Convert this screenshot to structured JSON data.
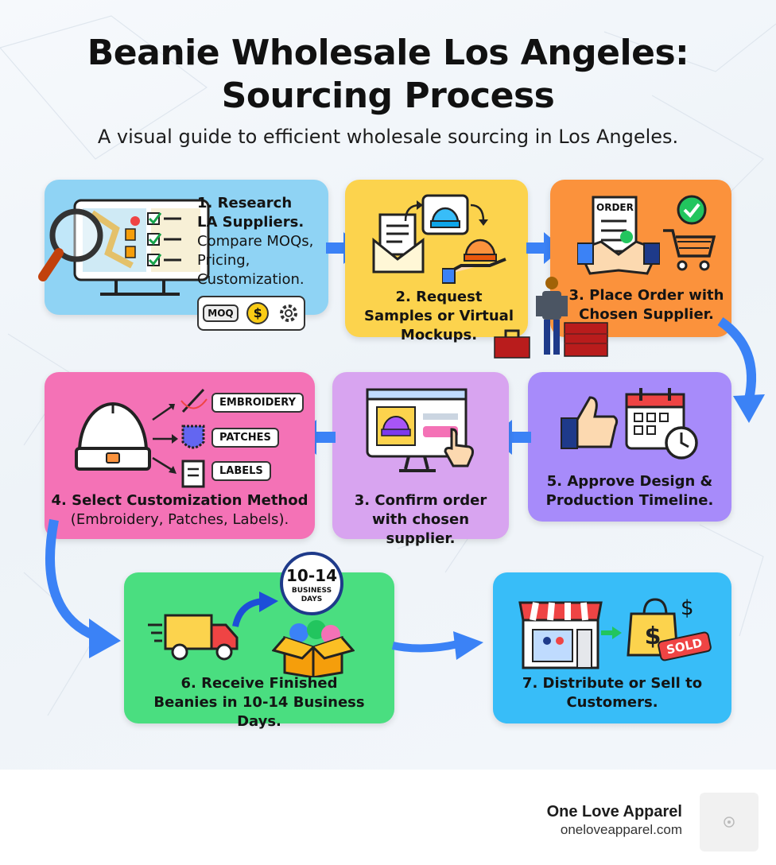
{
  "title": "Beanie Wholesale Los Angeles:\nSourcing Process",
  "subtitle": "A visual guide to efficient wholesale sourcing in Los Angeles.",
  "colors": {
    "step1": "#8fd3f4",
    "step2": "#fcd34d",
    "step3": "#fb923c",
    "step4": "#f472b6",
    "step5": "#a78bfa",
    "step3b": "#d8a4f0",
    "step6": "#4ade80",
    "step7": "#38bdf8",
    "arrow": "#3b82f6"
  },
  "steps": {
    "s1": {
      "title": "1. Research LA Suppliers.",
      "detail": "Compare MOQs, Pricing, Customization.",
      "icon_tags": [
        "MOQ",
        "$"
      ],
      "icons": [
        "monitor-map-icon",
        "magnifier-icon",
        "checklist-icon",
        "gear-icon"
      ]
    },
    "s2": {
      "title": "2. Request Samples or Virtual Mockups.",
      "icons": [
        "envelope-icon",
        "beanie-sample-icon",
        "hand-beanie-icon"
      ]
    },
    "s3": {
      "title": "3. Place Order with Chosen Supplier.",
      "order_tag": "ORDER",
      "icons": [
        "order-form-icon",
        "handshake-icon",
        "cart-icon",
        "check-icon",
        "worker-figure",
        "toolbox-icon"
      ]
    },
    "s5": {
      "title": "5. Approve Design & Production Timeline.",
      "icons": [
        "thumbs-up-icon",
        "calendar-icon",
        "clock-icon"
      ]
    },
    "s3b": {
      "title": "3. Confirm order with chosen supplier.",
      "icons": [
        "computer-beanie-icon",
        "pointer-hand-icon"
      ]
    },
    "s4": {
      "title": "4. Select Customization Method",
      "detail": "(Embroidery, Patches, Labels).",
      "options": [
        "EMBROIDERY",
        "PATCHES",
        "LABELS"
      ],
      "icons": [
        "beanie-icon",
        "needle-icon",
        "patch-icon",
        "label-icon"
      ]
    },
    "s6": {
      "title": "6. Receive Finished Beanies in 10-14 Business Days.",
      "badge_days": "10-14",
      "badge_text": "BUSINESS DAYS",
      "icons": [
        "delivery-truck-icon",
        "open-box-icon",
        "clock-badge-icon"
      ]
    },
    "s7": {
      "title": "7. Distribute or Sell to Customers.",
      "sold_tag": "SOLD",
      "dollar": "$",
      "icons": [
        "storefront-icon",
        "shopping-bag-icon",
        "sold-tag-icon"
      ]
    }
  },
  "brand": {
    "name": "One Love Apparel",
    "url": "oneloveapparel.com"
  }
}
